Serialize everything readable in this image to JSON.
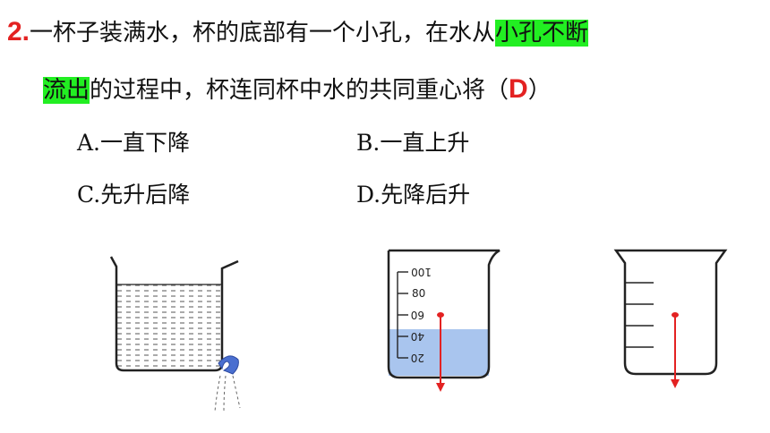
{
  "question": {
    "number": "2.",
    "line1_prefix": "一杯子装满水，杯的底部有一个小孔，在水从",
    "line1_highlight": "小孔不断",
    "line2_highlight": "流出",
    "line2_text": "的过程中，杯连同杯中水的共同重心将（",
    "answer": "D",
    "line2_close": "）"
  },
  "options": [
    {
      "letter": "A.",
      "text": "一直下降"
    },
    {
      "letter": "B.",
      "text": "一直上升"
    },
    {
      "letter": "C.",
      "text": "先升后降"
    },
    {
      "letter": "D.",
      "text": "先降后升"
    }
  ],
  "beaker_scale": [
    "100",
    "80",
    "60",
    "40",
    "20"
  ],
  "colors": {
    "highlight": "#22ee22",
    "answer": "#e32222",
    "arrow": "#e32222",
    "water": "#a9c5ee",
    "nozzle": "#4a6fd0"
  }
}
